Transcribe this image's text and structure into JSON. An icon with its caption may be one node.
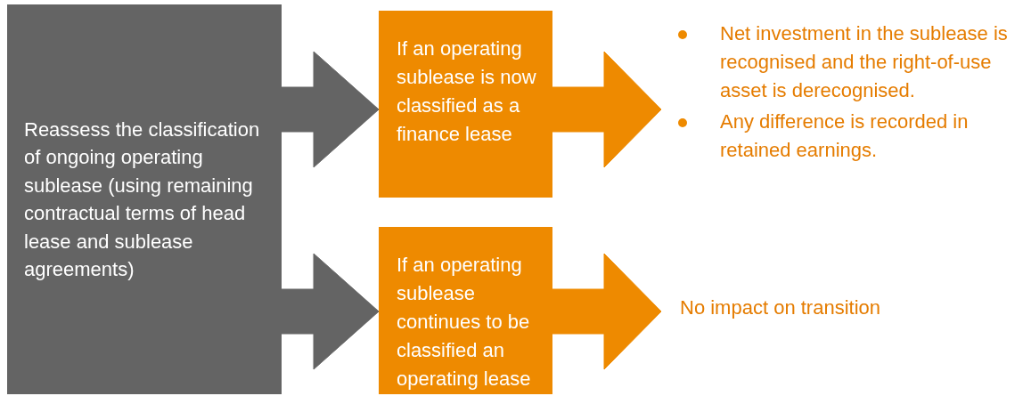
{
  "diagram": {
    "nodes": [
      {
        "text": [
          "Reassess the classification of ongoing operating sublease (using remaining contractual terms of head lease and sublease agreements)"
        ]
      },
      {
        "text": [
          "If an operating sublease is now classified as a finance lease"
        ]
      },
      {
        "text": [
          "If an operating sublease continues to be classified an operating lease"
        ]
      },
      {
        "text": [
          "Net investment in the sublease is recognised and the right-of-use asset is derecognised.",
          "Any difference is recorded in retained earnings."
        ]
      },
      {
        "text": [
          "No impact on transition"
        ]
      }
    ],
    "edges": [
      {
        "from": 0,
        "to": 1,
        "arrow": "to",
        "color": "#646464"
      },
      {
        "from": 0,
        "to": 2,
        "arrow": "to",
        "color": "#646464"
      },
      {
        "from": 1,
        "to": 3,
        "arrow": "to",
        "color": "#ee8a00"
      },
      {
        "from": 2,
        "to": 4,
        "arrow": "to",
        "color": "#ee8a00"
      }
    ]
  }
}
